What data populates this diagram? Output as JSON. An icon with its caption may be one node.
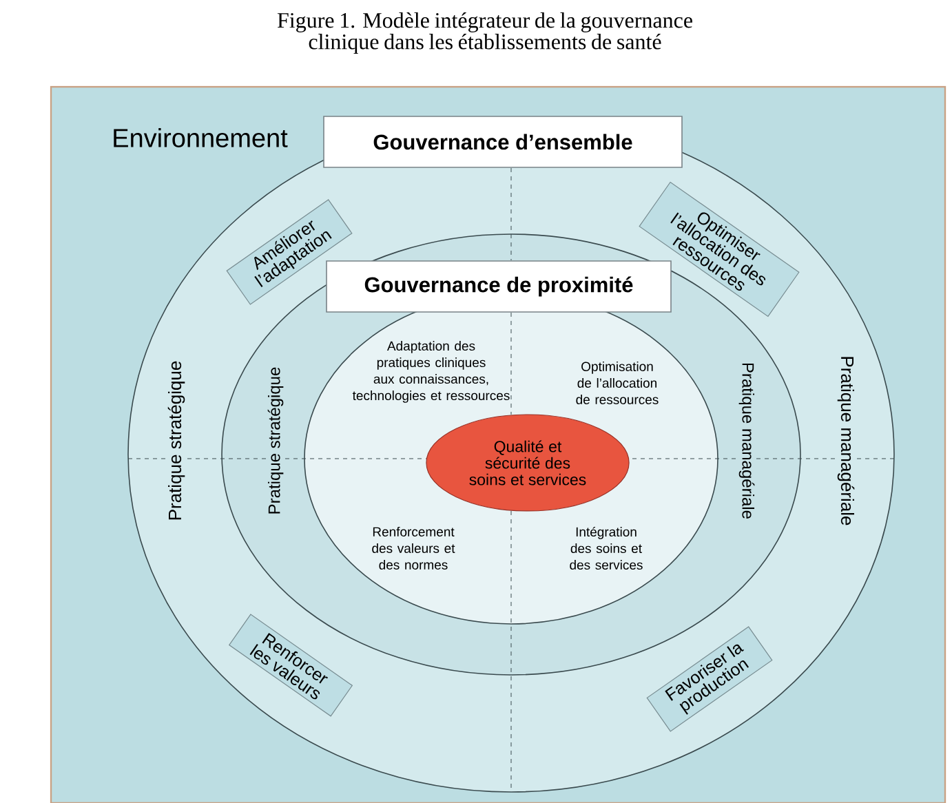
{
  "diagram": {
    "title": "Figure 1. Modèle intégrateur de la gouvernance clinique dans les établissements de santé",
    "nodes": [
      {
        "text": [
          "Environnement"
        ]
      },
      {
        "text": [
          "Pratique stratégique",
          "Pratique managériale"
        ],
        "in": 0
      },
      {
        "text": [
          "Gouvernance d’ensemble"
        ],
        "in": 1
      },
      {
        "text": [
          "Améliorer l’adaptation"
        ],
        "in": 1
      },
      {
        "text": [
          "Optimiser l’allocation des ressources"
        ],
        "in": 1
      },
      {
        "text": [
          "Pratique stratégique",
          "Pratique managériale"
        ],
        "in": 1
      },
      {
        "text": [
          "Gouvernance de proximité"
        ],
        "in": 5
      },
      {
        "text": [
          "Adaptation des pratiques cliniques aux connaissances, technologies et ressources",
          "Optimisation de l’allocation de ressources",
          "Renforcement des valeurs et des normes",
          "Intégration des soins et des services"
        ],
        "in": 5
      },
      {
        "text": [
          "Qualité et sécurité des soins et services"
        ],
        "in": 7
      },
      {
        "text": [
          "Renforcer les valeurs"
        ],
        "in": 1
      },
      {
        "text": [
          "Favoriser la production"
        ],
        "in": 1
      }
    ]
  }
}
